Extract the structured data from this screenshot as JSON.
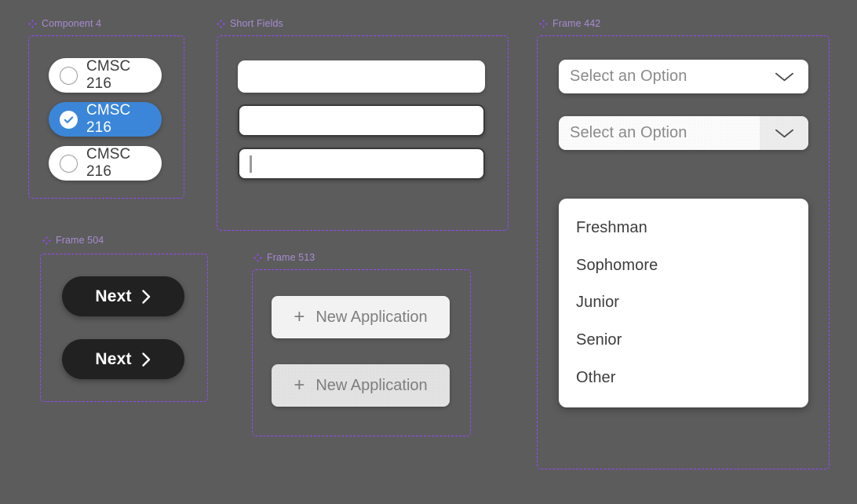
{
  "canvas": {
    "background": "#5c5c5c",
    "frame_border_color": "#9747ff",
    "label_color": "#a78bd0"
  },
  "frames": [
    {
      "key": "component4",
      "label": "Component 4",
      "icon": "figma-component-icon"
    },
    {
      "key": "short_fields",
      "label": "Short Fields",
      "icon": "figma-component-icon"
    },
    {
      "key": "frame442",
      "label": "Frame 442",
      "icon": "figma-component-icon"
    },
    {
      "key": "frame504",
      "label": "Frame 504",
      "icon": "figma-component-icon"
    },
    {
      "key": "frame513",
      "label": "Frame 513",
      "icon": "figma-component-icon"
    }
  ],
  "component4": {
    "label": "Component 4",
    "radio_options": [
      {
        "label": "CMSC 216",
        "selected": false
      },
      {
        "label": "CMSC 216",
        "selected": true
      },
      {
        "label": "CMSC 216",
        "selected": false
      }
    ],
    "selected_color": "#3b86d8",
    "unselected_background": "#ffffff"
  },
  "short_fields": {
    "label": "Short Fields",
    "inputs": [
      {
        "value": "",
        "placeholder": "",
        "state": "default",
        "bordered": false,
        "caret": false
      },
      {
        "value": "",
        "placeholder": "",
        "state": "hover",
        "bordered": true,
        "caret": false
      },
      {
        "value": "",
        "placeholder": "",
        "state": "focused",
        "bordered": true,
        "caret": true
      }
    ]
  },
  "frame504": {
    "label": "Frame 504",
    "buttons": [
      {
        "label": "Next",
        "icon": "chevron-right-icon",
        "state": "default"
      },
      {
        "label": "Next",
        "icon": "chevron-right-icon",
        "state": "hover"
      }
    ],
    "background": "#212121"
  },
  "frame513": {
    "label": "Frame 513",
    "buttons": [
      {
        "label": "New Application",
        "icon": "plus-icon",
        "state": "default",
        "background": "#f2f2f2"
      },
      {
        "label": "New Application",
        "icon": "plus-icon",
        "state": "hover",
        "background": "#e2e2e2"
      }
    ],
    "text_color": "#7e7e7e"
  },
  "frame442": {
    "label": "Frame 442",
    "selects": [
      {
        "value": "Select an Option",
        "icon": "chevron-down-icon",
        "state": "default"
      },
      {
        "value": "Select an Option",
        "icon": "chevron-down-icon",
        "state": "hover"
      }
    ],
    "dropdown_options": [
      {
        "label": "Freshman"
      },
      {
        "label": "Sophomore"
      },
      {
        "label": "Junior"
      },
      {
        "label": "Senior"
      },
      {
        "label": "Other"
      }
    ]
  }
}
